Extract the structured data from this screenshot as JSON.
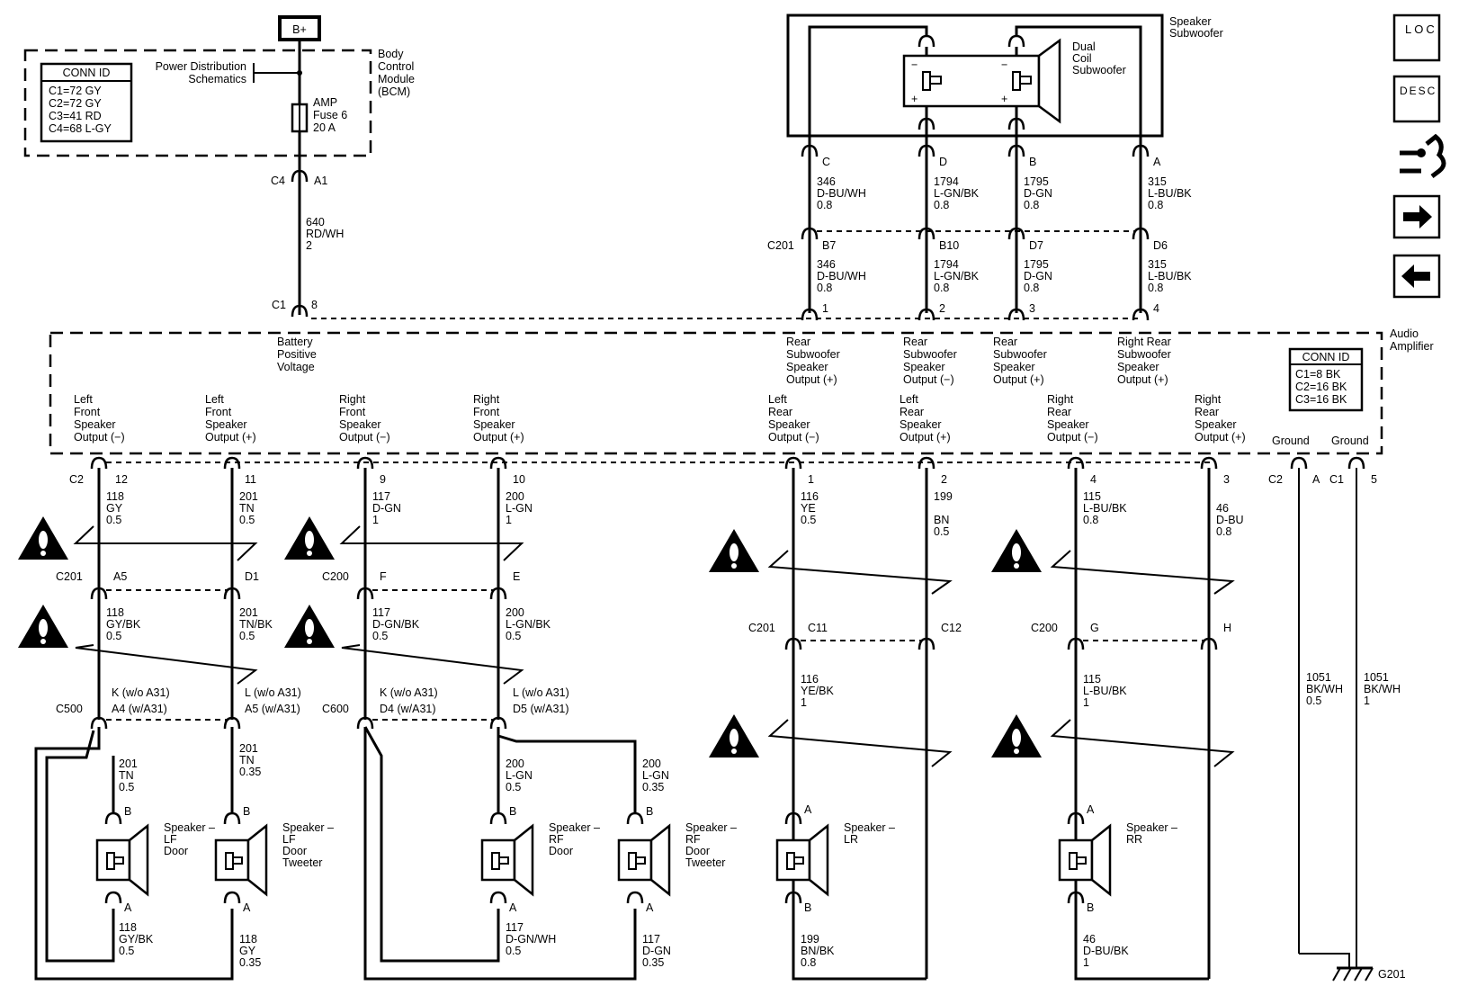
{
  "supply": {
    "label": "B+"
  },
  "bcm": {
    "title": [
      "Body",
      "Control",
      "Module",
      "(BCM)"
    ],
    "conn_id_title": "CONN ID",
    "conn_ids": [
      "C1=72 GY",
      "C2=72 GY",
      "C3=41 RD",
      "C4=68 L-GY"
    ],
    "power_dist": [
      "Power Distribution",
      "Schematics"
    ],
    "fuse": [
      "AMP",
      "Fuse 6",
      "20 A"
    ],
    "c4": "C4",
    "a1": "A1"
  },
  "b_plus_wire": [
    "640",
    "RD/WH",
    "2"
  ],
  "amp_batt_pin": {
    "conn": "C1",
    "pin": "8"
  },
  "subwoofer": {
    "title": [
      "Speaker",
      "Subwoofer"
    ],
    "device": [
      "Dual",
      "Coil",
      "Subwoofer"
    ],
    "minus": "−",
    "plus": "+"
  },
  "sub_wires": [
    {
      "top_pin": "C",
      "top": [
        "346",
        "D-BU/WH",
        "0.8"
      ],
      "c201_pin": "B7",
      "bot": [
        "346",
        "D-BU/WH",
        "0.8"
      ],
      "amp_pin": "1"
    },
    {
      "top_pin": "D",
      "top": [
        "1794",
        "L-GN/BK",
        "0.8"
      ],
      "c201_pin": "B10",
      "bot": [
        "1794",
        "L-GN/BK",
        "0.8"
      ],
      "amp_pin": "2"
    },
    {
      "top_pin": "B",
      "top": [
        "1795",
        "D-GN",
        "0.8"
      ],
      "c201_pin": "D7",
      "bot": [
        "1795",
        "D-GN",
        "0.8"
      ],
      "amp_pin": "3"
    },
    {
      "top_pin": "A",
      "top": [
        "315",
        "L-BU/BK",
        "0.8"
      ],
      "c201_pin": "D6",
      "bot": [
        "315",
        "L-BU/BK",
        "0.8"
      ],
      "amp_pin": "4"
    }
  ],
  "c201_label": "C201",
  "amplifier": {
    "title": [
      "Audio",
      "Amplifier"
    ],
    "conn_id_title": "CONN ID",
    "conn_ids": [
      "C1=8 BK",
      "C2=16 BK",
      "C3=16 BK"
    ],
    "battery": [
      "Battery",
      "Positive",
      "Voltage"
    ],
    "rear_sub": [
      [
        "Rear",
        "Subwoofer",
        "Speaker",
        "Output (+)"
      ],
      [
        "Rear",
        "Subwoofer",
        "Speaker",
        "Output (−)"
      ],
      [
        "Rear",
        "Subwoofer",
        "Speaker",
        "Output (+)"
      ],
      [
        "Right Rear",
        "Subwoofer",
        "Speaker",
        "Output (+)"
      ]
    ],
    "outputs": [
      [
        "Left",
        "Front",
        "Speaker",
        "Output (−)"
      ],
      [
        "Left",
        "Front",
        "Speaker",
        "Output (+)"
      ],
      [
        "Right",
        "Front",
        "Speaker",
        "Output (−)"
      ],
      [
        "Right",
        "Front",
        "Speaker",
        "Output (+)"
      ],
      [
        "Left",
        "Rear",
        "Speaker",
        "Output (−)"
      ],
      [
        "Left",
        "Rear",
        "Speaker",
        "Output (+)"
      ],
      [
        "Right",
        "Rear",
        "Speaker",
        "Output (−)"
      ],
      [
        "Right",
        "Rear",
        "Speaker",
        "Output (+)"
      ]
    ],
    "grounds": [
      "Ground",
      "Ground"
    ]
  },
  "out_pins": {
    "c2": "C2",
    "pins": [
      "12",
      "11",
      "9",
      "10",
      "1",
      "2",
      "4",
      "3"
    ],
    "gc2": "C2",
    "ga": "A",
    "gc1": "C1",
    "g5": "5"
  },
  "wires_top": [
    [
      "118",
      "GY",
      "0.5"
    ],
    [
      "201",
      "TN",
      "0.5"
    ],
    [
      "117",
      "D-GN",
      "1"
    ],
    [
      "200",
      "L-GN",
      "1"
    ],
    [
      "116",
      "YE",
      "0.5"
    ],
    [
      "199",
      "BN",
      "0.5"
    ],
    [
      "115",
      "L-BU/BK",
      "0.8"
    ],
    [
      "46",
      "D-BU",
      "0.8"
    ]
  ],
  "inline1": {
    "c201": "C201",
    "a5": "A5",
    "d1": "D1",
    "c200": "C200",
    "f": "F",
    "e": "E"
  },
  "wires_mid": [
    [
      "118",
      "GY/BK",
      "0.5"
    ],
    [
      "201",
      "TN/BK",
      "0.5"
    ],
    [
      "117",
      "D-GN/BK",
      "0.5"
    ],
    [
      "200",
      "L-GN/BK",
      "0.5"
    ]
  ],
  "inline_rear": {
    "c201": "C201",
    "c11": "C11",
    "c12": "C12",
    "c200": "C200",
    "g": "G",
    "h": "H"
  },
  "wires_rear_mid": [
    [
      "116",
      "YE/BK",
      "1"
    ],
    [
      "115",
      "L-BU/BK",
      "1"
    ]
  ],
  "door_conn": {
    "c500": "C500",
    "k1": "K (w/o A31)",
    "a4": "A4 (w/A31)",
    "l1": "L (w/o A31)",
    "a5": "A5 (w/A31)",
    "c600": "C600",
    "k2": "K (w/o A31)",
    "d4": "D4 (w/A31)",
    "l2": "L (w/o A31)",
    "d5": "D5 (w/A31)"
  },
  "ground_wires": [
    [
      "1051",
      "BK/WH",
      "0.5"
    ],
    [
      "1051",
      "BK/WH",
      "1"
    ]
  ],
  "ground_label": "G201",
  "spk_wires_top": [
    [
      "201",
      "TN",
      "0.5"
    ],
    [
      "201",
      "TN",
      "0.35"
    ],
    [
      "200",
      "L-GN",
      "0.5"
    ],
    [
      "200",
      "L-GN",
      "0.35"
    ]
  ],
  "spk_wires_bot": [
    [
      "118",
      "GY/BK",
      "0.5"
    ],
    [
      "118",
      "GY",
      "0.35"
    ],
    [
      "117",
      "D-GN/WH",
      "0.5"
    ],
    [
      "117",
      "D-GN",
      "0.35"
    ],
    [
      "199",
      "BN/BK",
      "0.8"
    ],
    [
      "46",
      "D-BU/BK",
      "1"
    ]
  ],
  "speakers": [
    [
      "Speaker –",
      "LF",
      "Door"
    ],
    [
      "Speaker –",
      "LF",
      "Door",
      "Tweeter"
    ],
    [
      "Speaker –",
      "RF",
      "Door"
    ],
    [
      "Speaker –",
      "RF",
      "Door",
      "Tweeter"
    ],
    [
      "Speaker –",
      "LR"
    ],
    [
      "Speaker –",
      "RR"
    ]
  ],
  "pins_ab": {
    "a": "A",
    "b": "B"
  },
  "nav": {
    "loc": "LOC",
    "desc": "DESC"
  }
}
